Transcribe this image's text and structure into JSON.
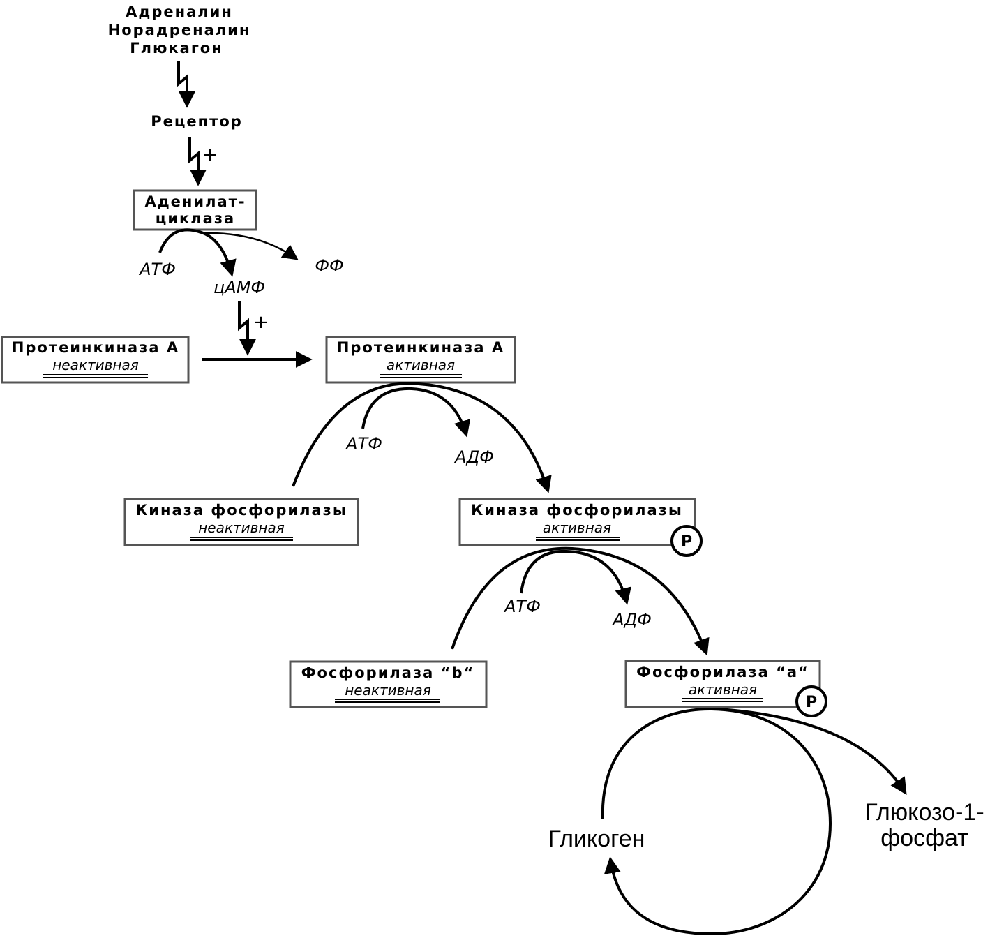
{
  "hormones": [
    "Адреналин",
    "Норадреналин",
    "Глюкагон"
  ],
  "receptor": "Рецептор",
  "plus": "+",
  "adenylate_cyclase": [
    "Аденилат-",
    "циклаза"
  ],
  "atp": "АТФ",
  "adp": "АДФ",
  "pp": "ФФ",
  "camp": "цАМФ",
  "pka_inactive": {
    "name": "Протеинкиназа А",
    "state": "неактивная"
  },
  "pka_active": {
    "name": "Протеинкиназа А",
    "state": "активная"
  },
  "phk_inactive": {
    "name": "Киназа фосфорилазы",
    "state": "неактивная"
  },
  "phk_active": {
    "name": "Киназа фосфорилазы",
    "state": "активная"
  },
  "phos_b": {
    "name": "Фосфорилаза “b“",
    "state": "неактивная"
  },
  "phos_a": {
    "name": "Фосфорилаза “a“",
    "state": "активная"
  },
  "phosphate": "P",
  "glycogen": "Гликоген",
  "glucose_1_phosphate": [
    "Глюкозо-1-",
    "фосфат"
  ]
}
